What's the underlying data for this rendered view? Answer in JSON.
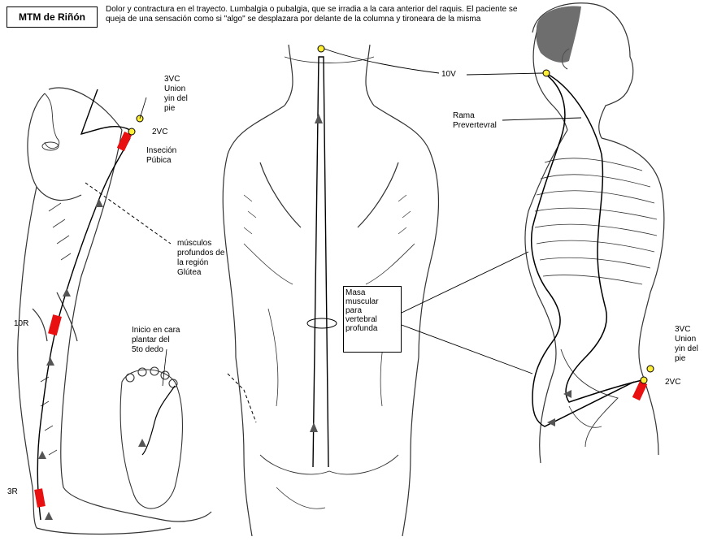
{
  "title": "MTM de Riñón",
  "description": "Dolor y contractura en el trayecto. Lumbalgia o pubalgia, que se irradia a la cara anterior del raquis. El paciente se queja de una sensación como si \"algo\" se desplazara por delante de la columna y tironeara de la misma",
  "labels": {
    "union_left": "3VC\nUnion\nyin del\npie",
    "vc2_left": "2VC",
    "insercion": "Inseción\nPúbica",
    "musculos": "músculos\nprofundos de\nla región\nGlútea",
    "r10": "10R",
    "inicio": "Inicio en cara\nplantar del\n5to dedo",
    "r3": "3R",
    "v10": "10V",
    "rama": "Rama\nPrevertevral",
    "masa": "Masa\nmuscular\npara\nvertebral\nprofunda",
    "union_right": "3VC\nUnion\nyin del\npie",
    "vc2_right": "2VC"
  },
  "colors": {
    "point_red": "#e81010",
    "point_yellow": "#ffee33",
    "line": "#000000",
    "hair": "#555555",
    "sketch": "#333333"
  }
}
